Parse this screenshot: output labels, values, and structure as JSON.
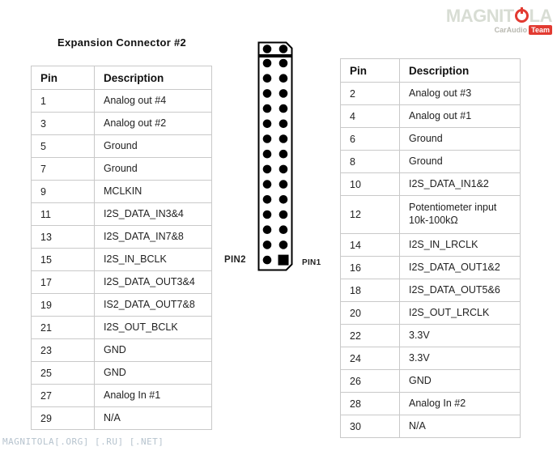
{
  "title": "Expansion Connector #2",
  "left_table": {
    "headers": [
      "Pin",
      "Description"
    ],
    "rows": [
      {
        "pin": "1",
        "desc": "Analog out #4"
      },
      {
        "pin": "3",
        "desc": "Analog out #2"
      },
      {
        "pin": "5",
        "desc": "Ground"
      },
      {
        "pin": "7",
        "desc": "Ground"
      },
      {
        "pin": "9",
        "desc": "MCLKIN"
      },
      {
        "pin": "11",
        "desc": "I2S_DATA_IN3&4"
      },
      {
        "pin": "13",
        "desc": "I2S_DATA_IN7&8"
      },
      {
        "pin": "15",
        "desc": "I2S_IN_BCLK"
      },
      {
        "pin": "17",
        "desc": "I2S_DATA_OUT3&4"
      },
      {
        "pin": "19",
        "desc": "IS2_DATA_OUT7&8"
      },
      {
        "pin": "21",
        "desc": "I2S_OUT_BCLK"
      },
      {
        "pin": "23",
        "desc": "GND"
      },
      {
        "pin": "25",
        "desc": "GND"
      },
      {
        "pin": "27",
        "desc": "Analog In #1"
      },
      {
        "pin": "29",
        "desc": "N/A"
      }
    ]
  },
  "right_table": {
    "headers": [
      "Pin",
      "Description"
    ],
    "rows": [
      {
        "pin": "2",
        "desc": "Analog out #3"
      },
      {
        "pin": "4",
        "desc": "Analog out #1"
      },
      {
        "pin": "6",
        "desc": "Ground"
      },
      {
        "pin": "8",
        "desc": "Ground"
      },
      {
        "pin": "10",
        "desc": "I2S_DATA_IN1&2"
      },
      {
        "pin": "12",
        "desc": "Potentiometer input\n10k-100kΩ"
      },
      {
        "pin": "14",
        "desc": "I2S_IN_LRCLK"
      },
      {
        "pin": "16",
        "desc": "I2S_DATA_OUT1&2"
      },
      {
        "pin": "18",
        "desc": "I2S_DATA_OUT5&6"
      },
      {
        "pin": "20",
        "desc": "I2S_OUT_LRCLK"
      },
      {
        "pin": "22",
        "desc": "3.3V"
      },
      {
        "pin": "24",
        "desc": "3.3V"
      },
      {
        "pin": "26",
        "desc": "GND"
      },
      {
        "pin": "28",
        "desc": "Analog In #2"
      },
      {
        "pin": "30",
        "desc": "N/A"
      }
    ]
  },
  "connector": {
    "pin1_label": "PIN1",
    "pin2_label": "PIN2",
    "top_rows": 1,
    "main_rows": 14,
    "columns": 2
  },
  "watermarks": {
    "logo_text_left": "MAGNIT",
    "logo_text_right": "LA",
    "logo_subtitle_gray": "CarAudio",
    "logo_subtitle_red": "Team",
    "footer_text": "MAGNITOLA[.ORG] [.RU] [.NET]"
  },
  "colors": {
    "table_border": "#c9c9c9",
    "text": "#1b1b1b",
    "brand_red": "#e23a31",
    "logo_gray": "#d8ddd4",
    "footer_watermark": "#b6c3ce",
    "connector_stroke": "#000000"
  }
}
